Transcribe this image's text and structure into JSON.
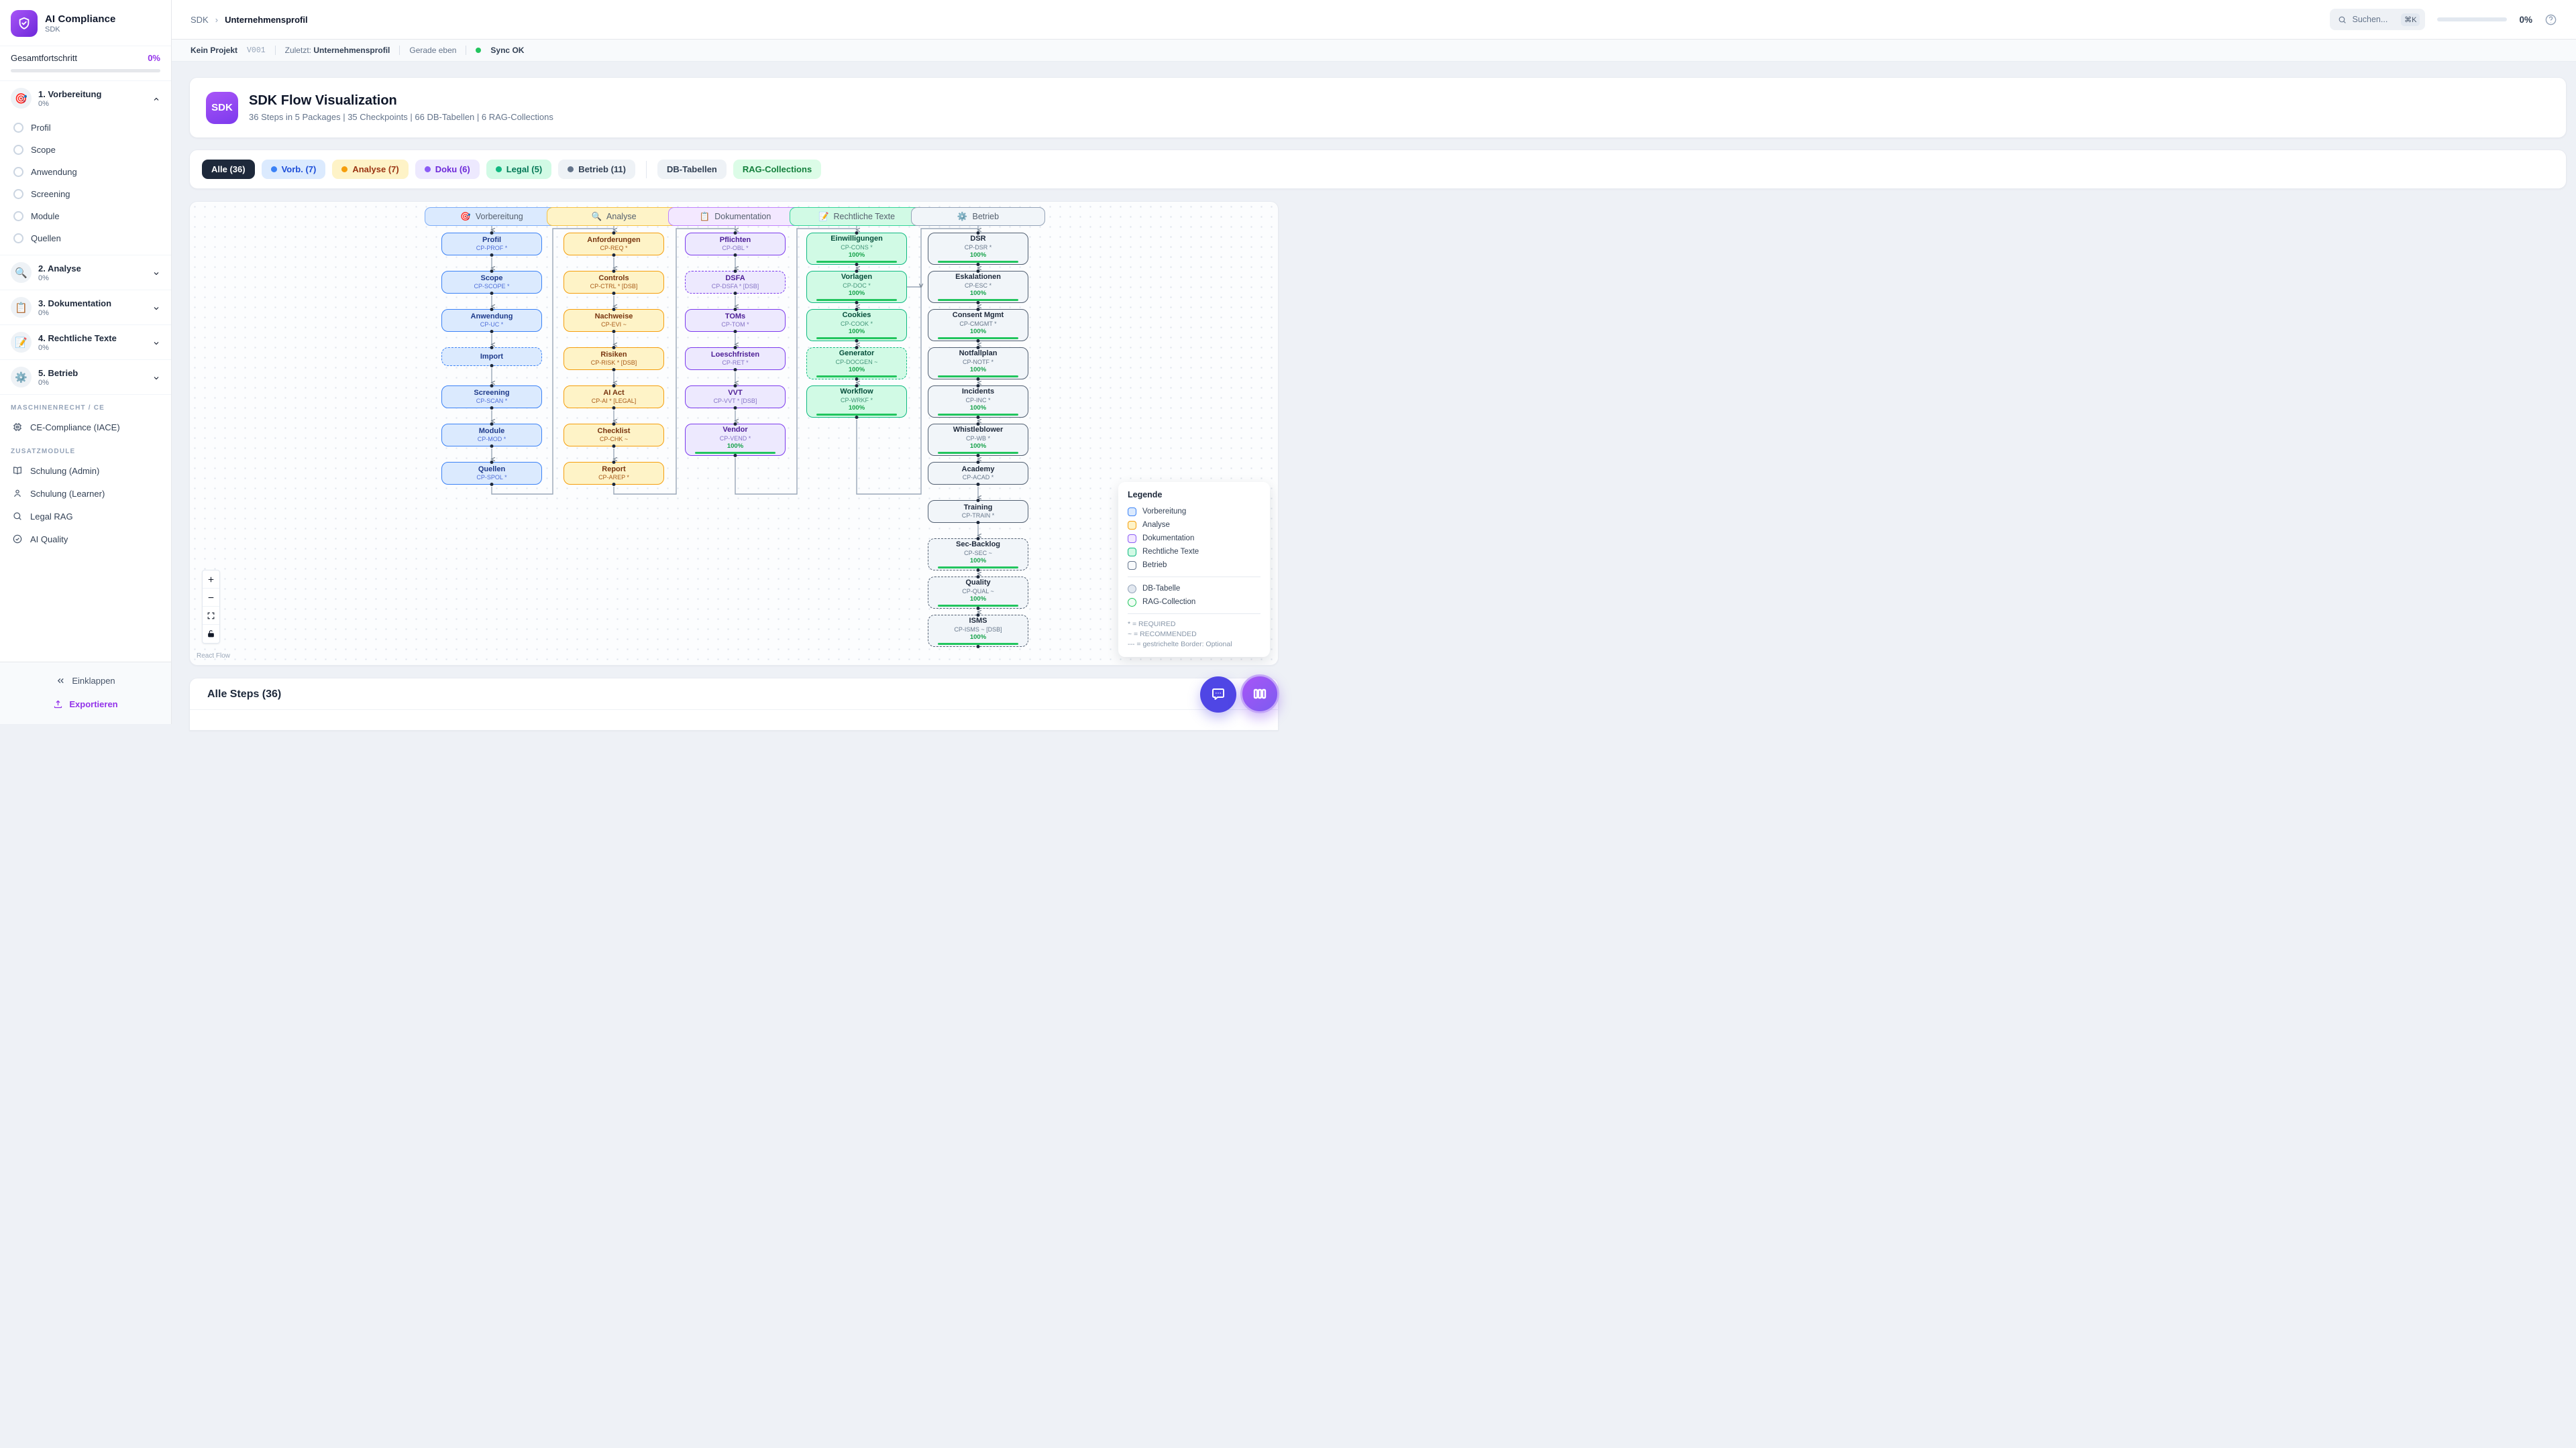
{
  "app": {
    "name": "AI Compliance",
    "subtitle": "SDK"
  },
  "sidebar": {
    "overall_label": "Gesamtfortschritt",
    "overall_value": "0%",
    "phases": [
      {
        "label": "1. Vorbereitung",
        "pct": "0%",
        "icon": "🎯",
        "expanded": true,
        "items": [
          "Profil",
          "Scope",
          "Anwendung",
          "Screening",
          "Module",
          "Quellen"
        ]
      },
      {
        "label": "2. Analyse",
        "pct": "0%",
        "icon": "🔍",
        "expanded": false,
        "items": []
      },
      {
        "label": "3. Dokumentation",
        "pct": "0%",
        "icon": "📋",
        "expanded": false,
        "items": []
      },
      {
        "label": "4. Rechtliche Texte",
        "pct": "0%",
        "icon": "📝",
        "expanded": false,
        "items": []
      },
      {
        "label": "5. Betrieb",
        "pct": "0%",
        "icon": "⚙️",
        "expanded": false,
        "items": []
      }
    ],
    "section_machine": "MASCHINENRECHT / CE",
    "ce_item": "CE-Compliance (IACE)",
    "section_extra": "ZUSATZMODULE",
    "extra_items": [
      {
        "label": "Schulung (Admin)",
        "icon": "book-icon"
      },
      {
        "label": "Schulung (Learner)",
        "icon": "user-icon"
      },
      {
        "label": "Legal RAG",
        "icon": "search-icon"
      },
      {
        "label": "AI Quality",
        "icon": "check-circle-icon"
      }
    ],
    "collapse_label": "Einklappen",
    "export_label": "Exportieren"
  },
  "header": {
    "breadcrumb_root": "SDK",
    "breadcrumb_current": "Unternehmensprofil",
    "search_placeholder": "Suchen...",
    "search_shortcut": "⌘K",
    "progress_value": "0%"
  },
  "statusbar": {
    "project": "Kein Projekt",
    "version": "V001",
    "last_label": "Zuletzt:",
    "last_value": "Unternehmensprofil",
    "time": "Gerade eben",
    "sync": "Sync OK"
  },
  "hero": {
    "badge": "SDK",
    "title": "SDK Flow Visualization",
    "subtitle": "36 Steps in 5 Packages | 35 Checkpoints | 66 DB-Tabellen | 6 RAG-Collections"
  },
  "filters": [
    {
      "label": "Alle (36)",
      "bg": "#1e293b",
      "fg": "#ffffff",
      "dot": ""
    },
    {
      "label": "Vorb. (7)",
      "bg": "#dbeafe",
      "fg": "#1d4ed8",
      "dot": "#3b82f6"
    },
    {
      "label": "Analyse (7)",
      "bg": "#fef3c7",
      "fg": "#9a3412",
      "dot": "#f59e0b"
    },
    {
      "label": "Doku (6)",
      "bg": "#ede9fe",
      "fg": "#6d28d9",
      "dot": "#8b5cf6"
    },
    {
      "label": "Legal (5)",
      "bg": "#d1fae5",
      "fg": "#047857",
      "dot": "#10b981"
    },
    {
      "label": "Betrieb (11)",
      "bg": "#eef2f6",
      "fg": "#334155",
      "dot": "#64748b"
    }
  ],
  "filters_secondary": [
    {
      "label": "DB-Tabellen",
      "bg": "#eef2f6",
      "fg": "#334155"
    },
    {
      "label": "RAG-Collections",
      "bg": "#dcfce7",
      "fg": "#15803d"
    }
  ],
  "flow": {
    "attribution": "React Flow",
    "packages": [
      {
        "name": "Vorbereitung",
        "icon": "🎯",
        "scheme": "blue",
        "steps": [
          {
            "title": "Profil",
            "code": "CP-PROF *"
          },
          {
            "title": "Scope",
            "code": "CP-SCOPE *"
          },
          {
            "title": "Anwendung",
            "code": "CP-UC *"
          },
          {
            "title": "Import",
            "code": "",
            "dashed": true
          },
          {
            "title": "Screening",
            "code": "CP-SCAN *"
          },
          {
            "title": "Module",
            "code": "CP-MOD *"
          },
          {
            "title": "Quellen",
            "code": "CP-SPOL *"
          }
        ]
      },
      {
        "name": "Analyse",
        "icon": "🔍",
        "scheme": "amber",
        "steps": [
          {
            "title": "Anforderungen",
            "code": "CP-REQ *"
          },
          {
            "title": "Controls",
            "code": "CP-CTRL * [DSB]"
          },
          {
            "title": "Nachweise",
            "code": "CP-EVI ~"
          },
          {
            "title": "Risiken",
            "code": "CP-RISK * [DSB]"
          },
          {
            "title": "AI Act",
            "code": "CP-AI * [LEGAL]"
          },
          {
            "title": "Checklist",
            "code": "CP-CHK ~"
          },
          {
            "title": "Report",
            "code": "CP-AREP *"
          }
        ]
      },
      {
        "name": "Dokumentation",
        "icon": "📋",
        "scheme": "purple",
        "steps": [
          {
            "title": "Pflichten",
            "code": "CP-OBL *"
          },
          {
            "title": "DSFA",
            "code": "CP-DSFA * [DSB]",
            "dashed": true
          },
          {
            "title": "TOMs",
            "code": "CP-TOM *"
          },
          {
            "title": "Loeschfristen",
            "code": "CP-RET *"
          },
          {
            "title": "VVT",
            "code": "CP-VVT * [DSB]"
          },
          {
            "title": "Vendor",
            "code": "CP-VEND *",
            "progress": "100%"
          }
        ]
      },
      {
        "name": "Rechtliche Texte",
        "icon": "📝",
        "scheme": "green",
        "steps": [
          {
            "title": "Einwilligungen",
            "code": "CP-CONS *",
            "progress": "100%"
          },
          {
            "title": "Vorlagen",
            "code": "CP-DOC *",
            "progress": "100%"
          },
          {
            "title": "Cookies",
            "code": "CP-COOK *",
            "progress": "100%"
          },
          {
            "title": "Generator",
            "code": "CP-DOCGEN ~",
            "progress": "100%",
            "dashed": true
          },
          {
            "title": "Workflow",
            "code": "CP-WRKF *",
            "progress": "100%"
          }
        ]
      },
      {
        "name": "Betrieb",
        "icon": "⚙️",
        "scheme": "slate",
        "steps": [
          {
            "title": "DSR",
            "code": "CP-DSR *",
            "progress": "100%"
          },
          {
            "title": "Eskalationen",
            "code": "CP-ESC *",
            "progress": "100%"
          },
          {
            "title": "Consent Mgmt",
            "code": "CP-CMGMT *",
            "progress": "100%"
          },
          {
            "title": "Notfallplan",
            "code": "CP-NOTF *",
            "progress": "100%"
          },
          {
            "title": "Incidents",
            "code": "CP-INC *",
            "progress": "100%"
          },
          {
            "title": "Whistleblower",
            "code": "CP-WB *",
            "progress": "100%"
          },
          {
            "title": "Academy",
            "code": "CP-ACAD *"
          },
          {
            "title": "Training",
            "code": "CP-TRAIN *"
          },
          {
            "title": "Sec-Backlog",
            "code": "CP-SEC ~",
            "progress": "100%",
            "dashed": true
          },
          {
            "title": "Quality",
            "code": "CP-QUAL ~",
            "progress": "100%",
            "dashed": true
          },
          {
            "title": "ISMS",
            "code": "CP-ISMS ~ [DSB]",
            "progress": "100%",
            "dashed": true
          }
        ]
      }
    ],
    "legend": {
      "title": "Legende",
      "packages": [
        {
          "label": "Vorbereitung",
          "bg": "#dbeafe",
          "border": "#3b82f6"
        },
        {
          "label": "Analyse",
          "bg": "#fef3c7",
          "border": "#f59e0b"
        },
        {
          "label": "Dokumentation",
          "bg": "#f3e8ff",
          "border": "#8b5cf6"
        },
        {
          "label": "Rechtliche Texte",
          "bg": "#d1fae5",
          "border": "#10b981"
        },
        {
          "label": "Betrieb",
          "bg": "#f8fafc",
          "border": "#64748b"
        }
      ],
      "db_label": "DB-Tabelle",
      "rag_label": "RAG-Collection",
      "notes": [
        "* = REQUIRED",
        "~ = RECOMMENDED",
        "--- = gestrichelte Border: Optional"
      ]
    }
  },
  "steps_panel": {
    "title": "Alle Steps (36)"
  }
}
